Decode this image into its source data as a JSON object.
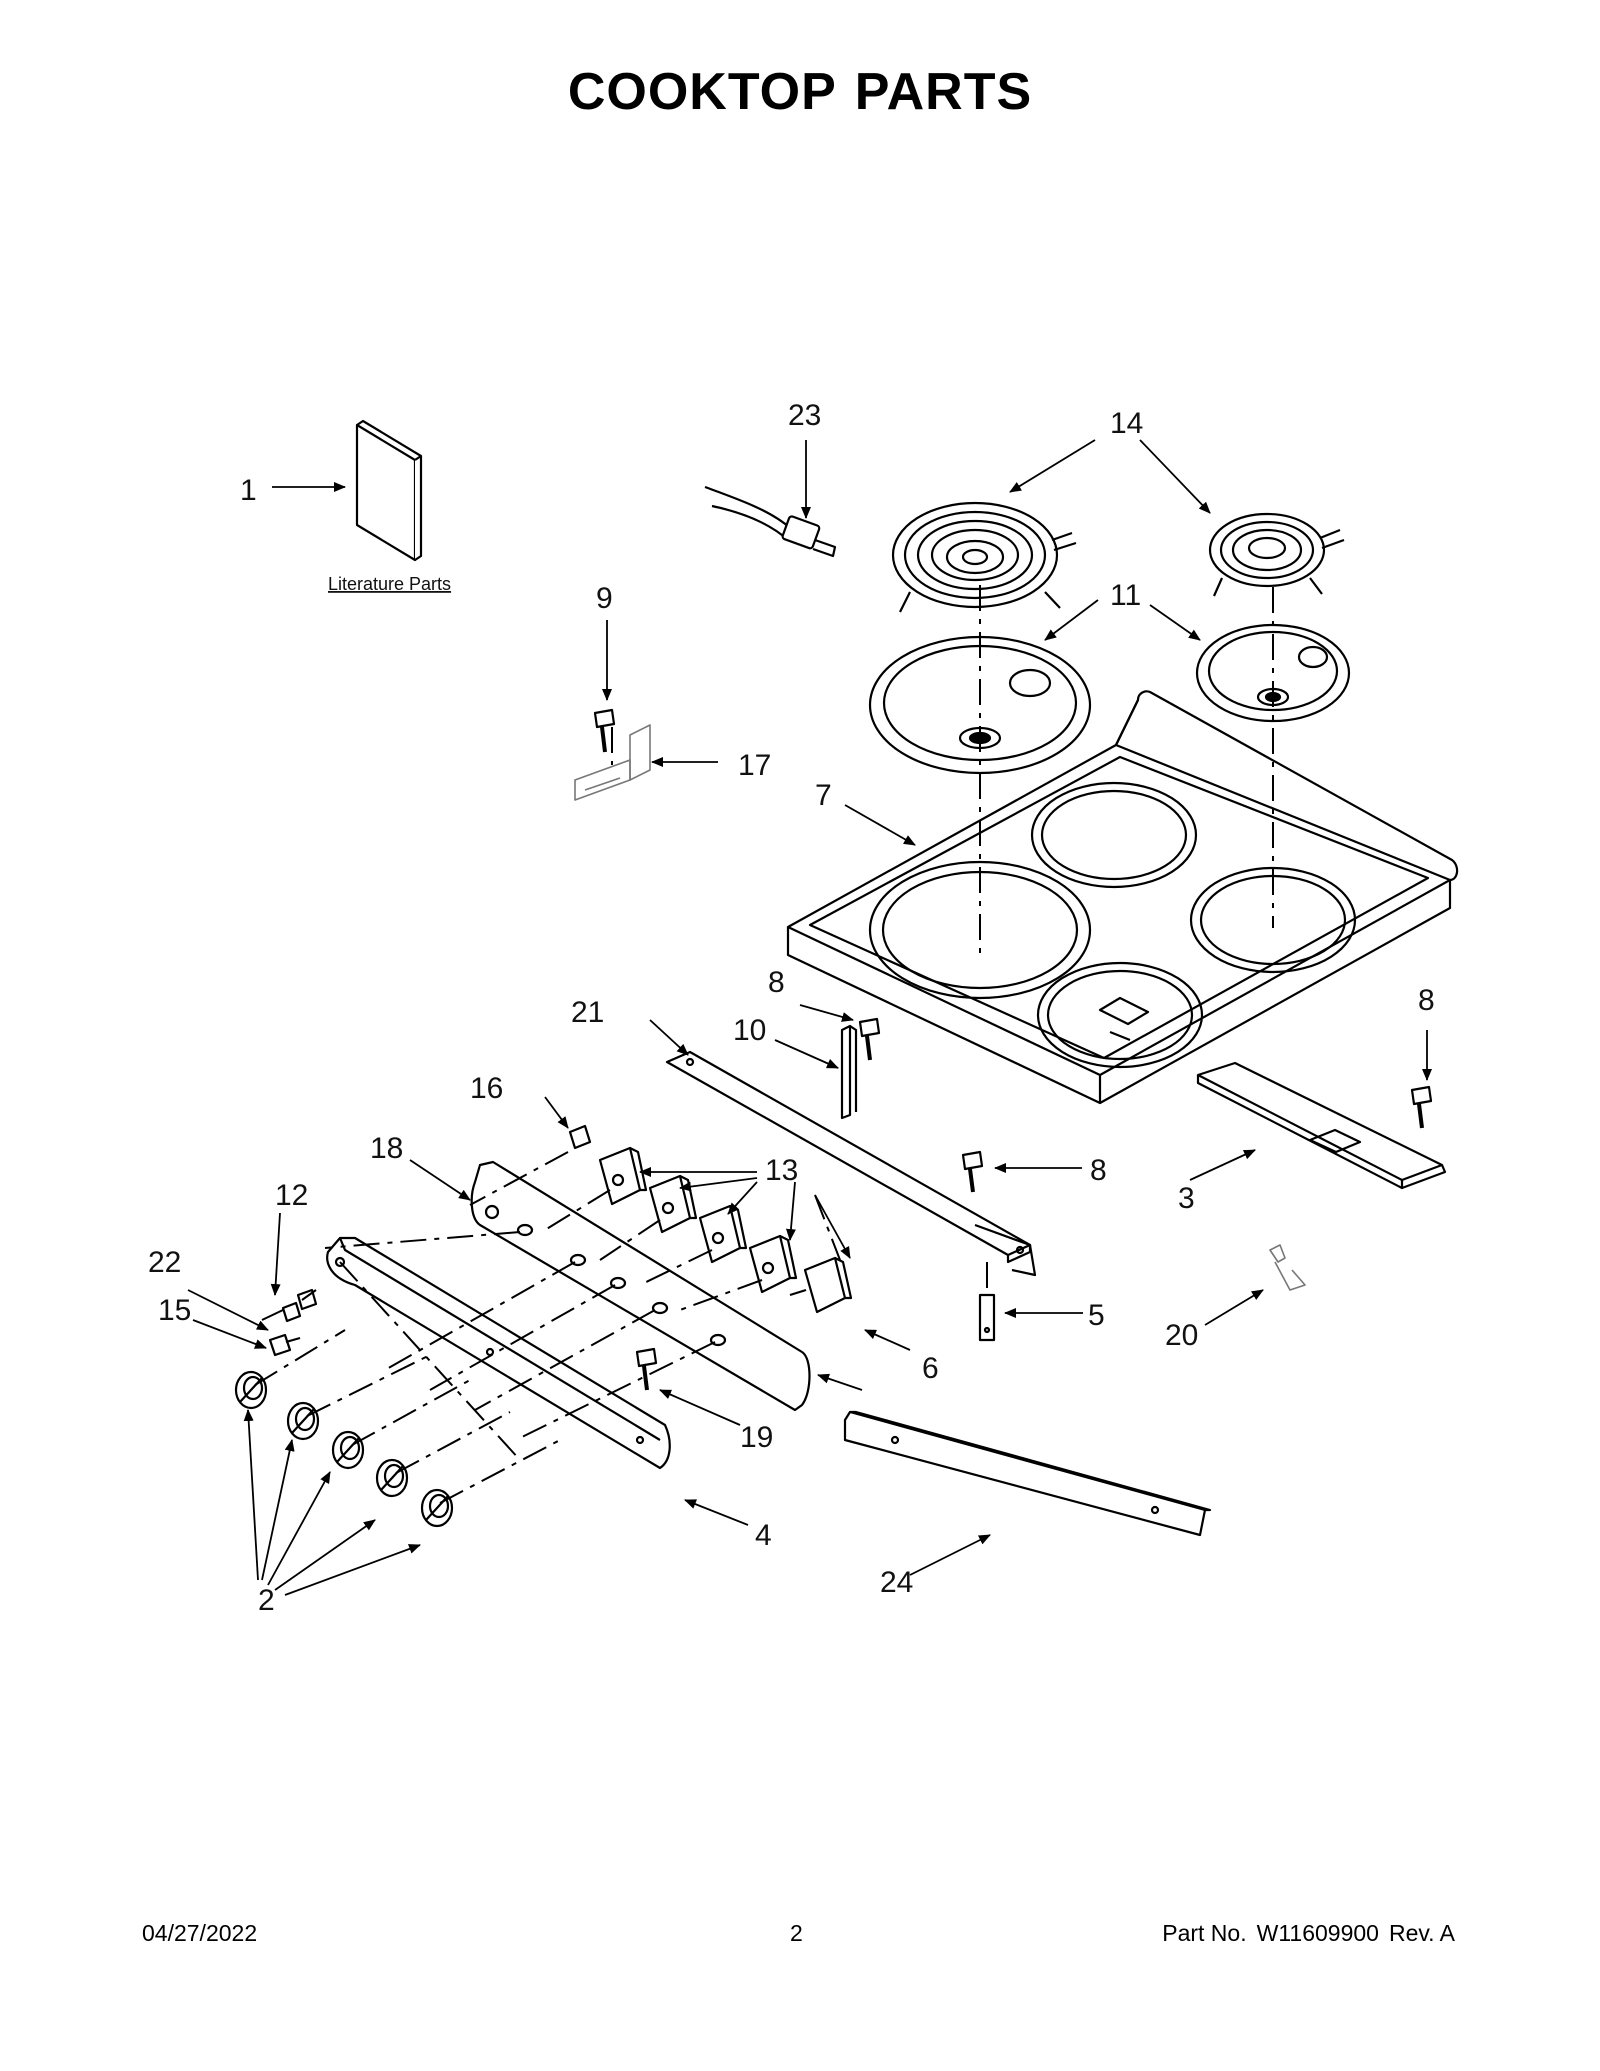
{
  "title": {
    "word1": "COOKTOP",
    "word2": "PARTS"
  },
  "literature_label": "Literature Parts",
  "callouts": {
    "c1": "1",
    "c2": "2",
    "c3": "3",
    "c4": "4",
    "c5": "5",
    "c6": "6",
    "c7": "7",
    "c8a": "8",
    "c8b": "8",
    "c8c": "8",
    "c9": "9",
    "c10": "10",
    "c11": "11",
    "c12": "12",
    "c13": "13",
    "c14": "14",
    "c15": "15",
    "c16": "16",
    "c17": "17",
    "c18": "18",
    "c19": "19",
    "c20": "20",
    "c21": "21",
    "c22": "22",
    "c23": "23",
    "c24": "24"
  },
  "footer": {
    "date": "04/27/2022",
    "page": "2",
    "part_label": "Part No.",
    "part_number": "W11609900",
    "revision": "Rev.  A"
  }
}
